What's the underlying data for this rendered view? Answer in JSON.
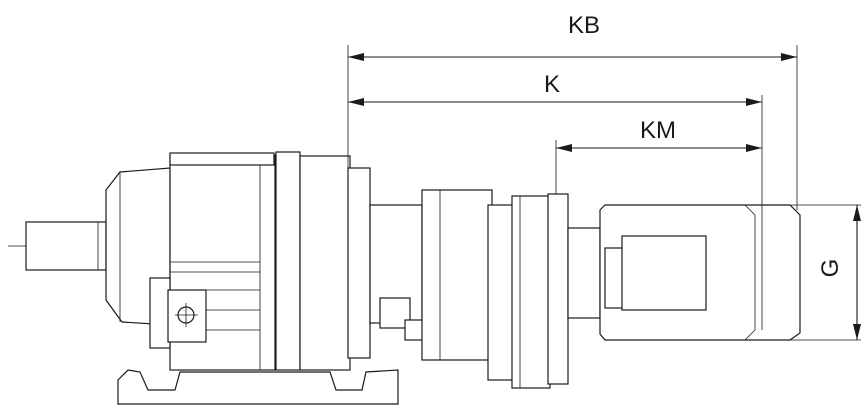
{
  "dimensions": {
    "kb": "KB",
    "k": "K",
    "km": "KM",
    "g": "G"
  }
}
